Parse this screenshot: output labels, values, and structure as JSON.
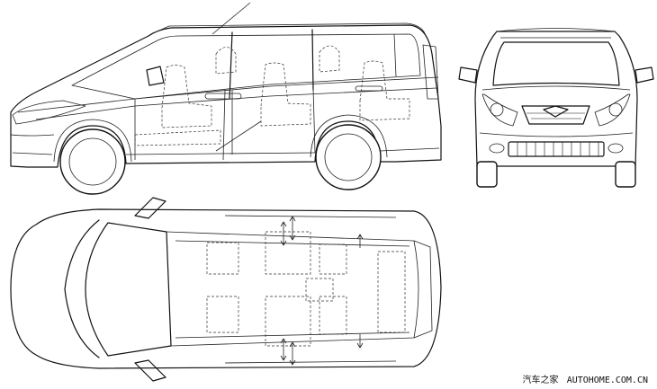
{
  "watermark": {
    "site_name_cn": "汽车之家",
    "site_url": "AUTOHOME.COM.CN"
  },
  "views": [
    "side",
    "front",
    "top"
  ]
}
